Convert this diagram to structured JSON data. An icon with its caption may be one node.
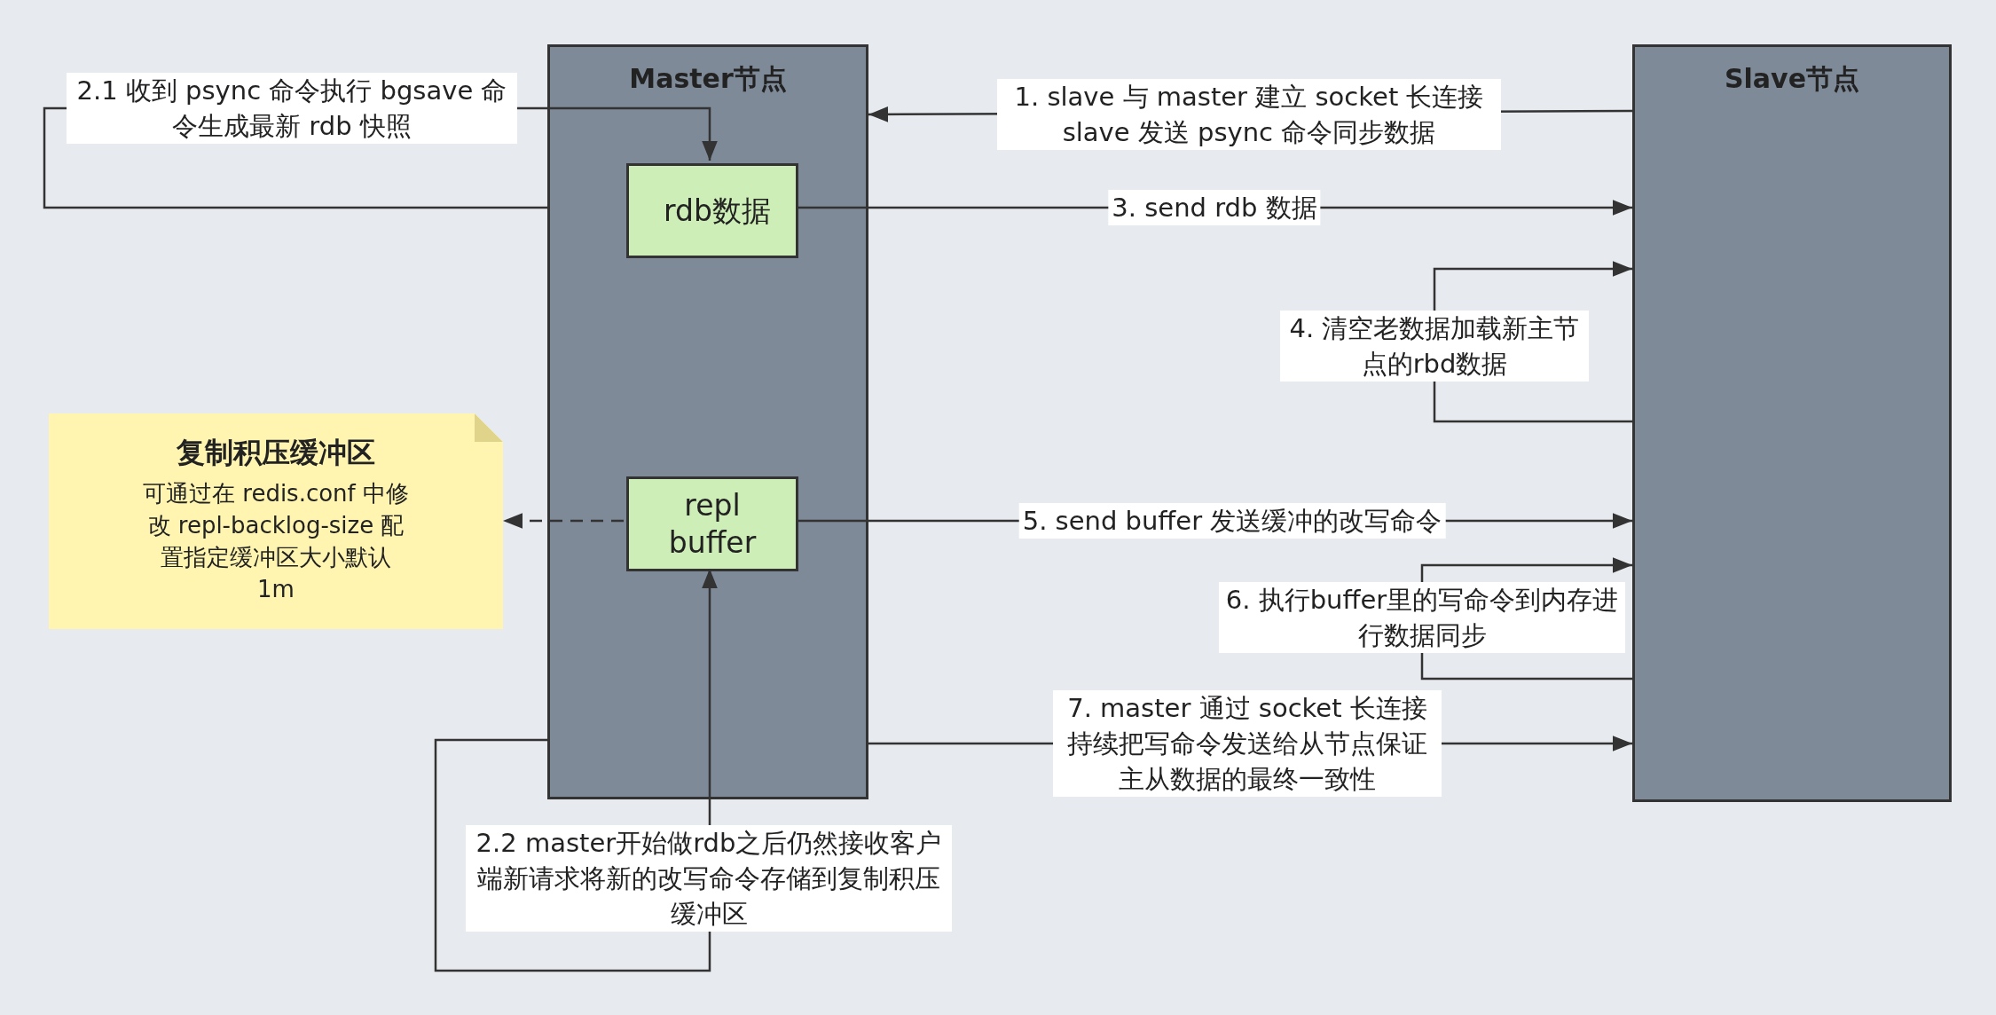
{
  "diagram": {
    "nodes": [
      {
        "text": [
          "Master节点"
        ]
      },
      {
        "text": [
          "Slave节点"
        ]
      },
      {
        "text": [
          "rdb数据"
        ],
        "in": 0
      },
      {
        "text": [
          "repl buffer"
        ],
        "in": 0
      },
      {
        "text": [
          "复制积压缓冲区",
          "可通过在 redis.conf 中修改 repl-backlog-size 配置指定缓冲区大小默认1m"
        ]
      }
    ],
    "edges": [
      {
        "from": 1,
        "to": 0,
        "arrow": "to",
        "label": "1. slave 与 master 建立 socket 长连接 slave 发送 psync 命令同步数据"
      },
      {
        "from": 0,
        "to": 2,
        "arrow": "to",
        "label": "2.1 收到 psync 命令执行 bgsave 命令生成最新 rdb 快照"
      },
      {
        "from": 2,
        "to": 1,
        "arrow": "to",
        "label": "3. send rdb 数据"
      },
      {
        "from": 1,
        "to": 1,
        "arrow": "to",
        "label": "4. 清空老数据加载新主节点的rbd数据"
      },
      {
        "from": 3,
        "to": 4,
        "arrow": "to",
        "style": "dashed"
      },
      {
        "from": 3,
        "to": 1,
        "arrow": "to",
        "label": "5. send buffer 发送缓冲的改写命令"
      },
      {
        "from": 1,
        "to": 1,
        "arrow": "to",
        "label": "6. 执行buffer里的写命令到内存进行数据同步"
      },
      {
        "from": 0,
        "to": 1,
        "arrow": "to",
        "label": "7. master 通过 socket 长连接持续把写命令发送给从节点保证主从数据的最终一致性"
      },
      {
        "from": 0,
        "to": 3,
        "arrow": "to",
        "label": "2.2 master开始做rdb之后仍然接收客户端新请求将新的改写命令存储到复制积压缓冲区"
      }
    ]
  }
}
